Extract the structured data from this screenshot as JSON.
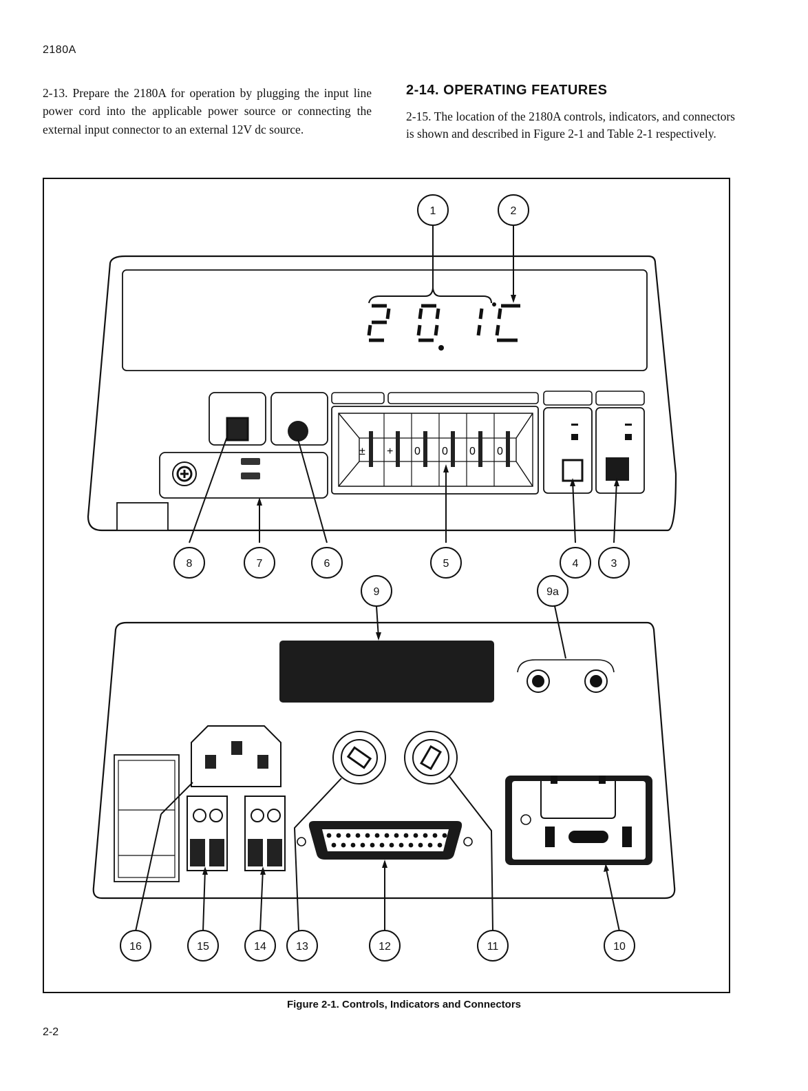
{
  "header": {
    "doc_id": "2180A"
  },
  "left_column": {
    "paragraph": "2-13. Prepare the 2180A for operation by plugging the input line power cord into the applicable power source or connecting the external input connector to an external 12V dc source."
  },
  "right_column": {
    "heading": "2-14. OPERATING FEATURES",
    "paragraph": "2-15. The location of the 2180A controls, indicators, and connectors is shown and described in Figure 2-1 and Table 2-1 respectively."
  },
  "figure": {
    "display_reading": "20.1°C",
    "thumbwheel_digits": [
      "±",
      "+",
      "0",
      "0",
      "0",
      "0"
    ],
    "callouts": [
      "1",
      "2",
      "3",
      "4",
      "5",
      "6",
      "7",
      "8",
      "9",
      "9a",
      "10",
      "11",
      "12",
      "13",
      "14",
      "15",
      "16"
    ],
    "caption": "Figure 2-1. Controls, Indicators and Connectors"
  },
  "footer": {
    "page_number": "2-2"
  }
}
